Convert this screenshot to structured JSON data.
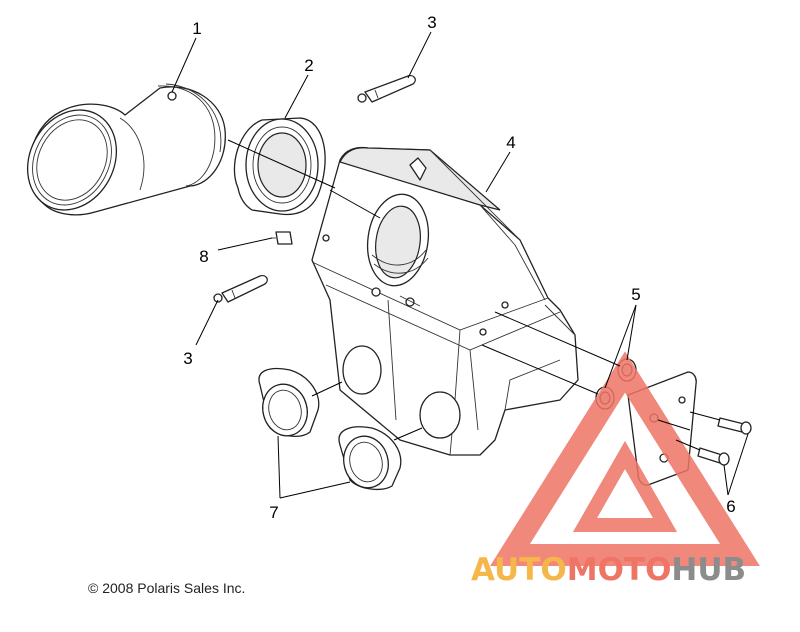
{
  "diagram": {
    "callouts": [
      "1",
      "2",
      "3",
      "4",
      "8",
      "5",
      "3",
      "7",
      "6"
    ],
    "copyright": "© 2008 Polaris Sales Inc.",
    "watermark": {
      "part1": "AUTO",
      "part2": "MOTO",
      "part3": "HUB",
      "colors": {
        "orange": "#f6b74a",
        "red": "#ee7466",
        "gray": "#8c8c8c"
      }
    }
  }
}
